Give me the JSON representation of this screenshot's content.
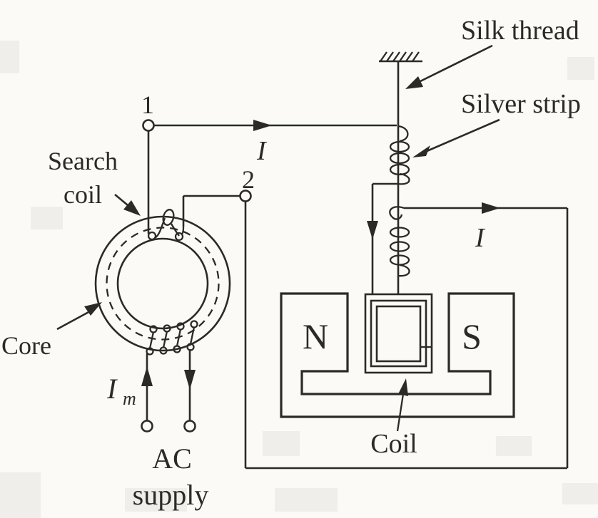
{
  "colors": {
    "ink": "#2b2a27",
    "paper": "#fbfaf7",
    "pole_fill": "#dcdcd8",
    "pole_dot": "#c3c3be",
    "artifact": "#efeeea"
  },
  "labels": {
    "silk_thread": "Silk thread",
    "silver_strip": "Silver strip",
    "search_coil_line1": "Search",
    "search_coil_line2": "coil",
    "core": "Core",
    "terminal_1": "1",
    "terminal_2": "2",
    "current": "I",
    "magnetizing_current_main": "I",
    "magnetizing_current_sub": "m",
    "pole_n": "N",
    "pole_s": "S",
    "coil": "Coil",
    "ac_supply_line1": "AC",
    "ac_supply_line2": "supply"
  }
}
